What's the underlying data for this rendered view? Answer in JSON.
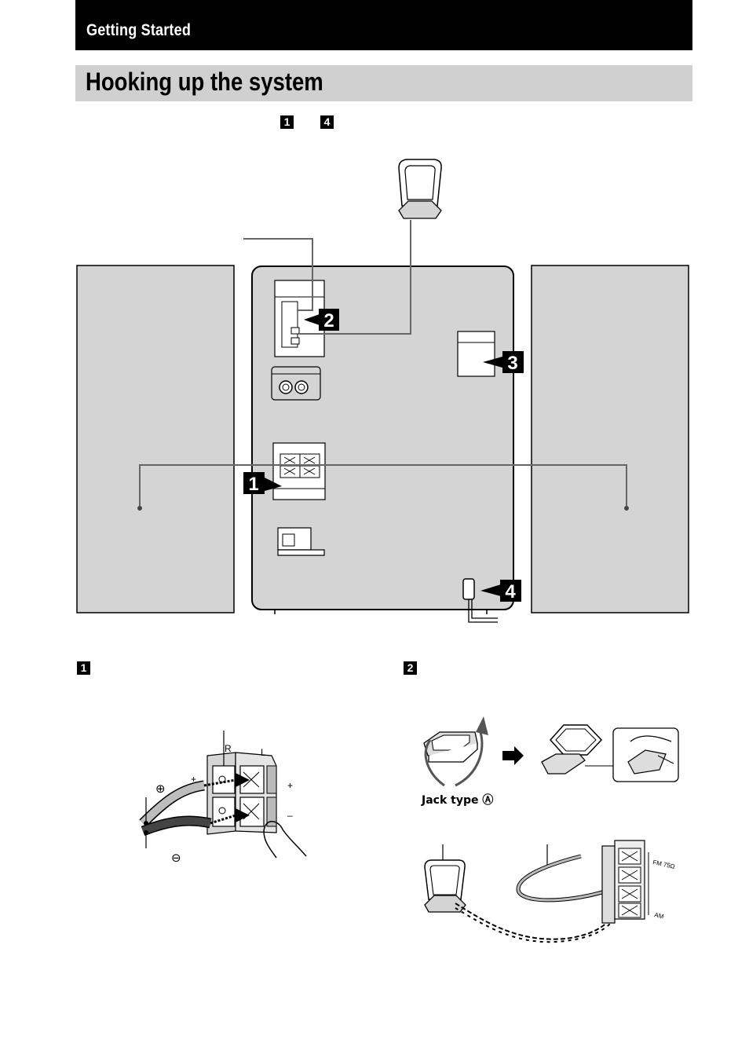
{
  "header": {
    "section": "Getting Started"
  },
  "title": "Hooking up the system",
  "intro_steps": {
    "first": "1",
    "last": "4"
  },
  "diagram": {
    "callouts": [
      "1",
      "2",
      "3",
      "4"
    ]
  },
  "step1": {
    "number": "1",
    "terminal_labels": {
      "right": "R",
      "left": "L",
      "plus": "+",
      "minus": "–"
    },
    "wire_symbols": {
      "positive": "⊕",
      "negative": "⊖"
    }
  },
  "step2": {
    "number": "2",
    "jack_type_label": "Jack type Ⓐ",
    "terminal_labels": {
      "fm": "FM 75Ω",
      "am": "AM"
    }
  }
}
